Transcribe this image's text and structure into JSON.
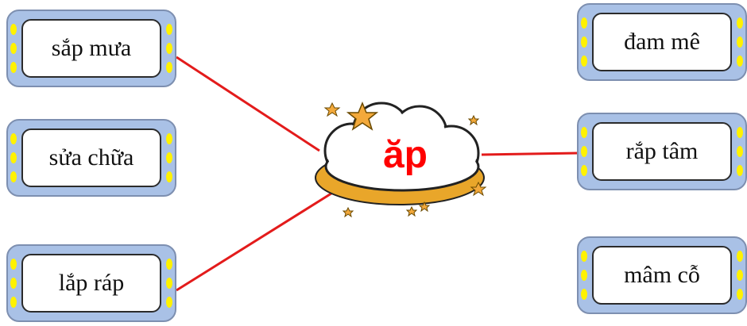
{
  "center": {
    "syllable": "ăp",
    "color": "#ff0000"
  },
  "left_words": [
    "sắp mưa",
    "sửa chữa",
    "lắp ráp"
  ],
  "right_words": [
    "đam mê",
    "rắp tâm",
    "mâm cỗ"
  ],
  "colors": {
    "connector_line": "#e31b1b",
    "card_frame": "#a9c1e6",
    "card_dots": "#fff200",
    "cloud_shadow": "#e9a62a",
    "star": "#f3a93b"
  }
}
